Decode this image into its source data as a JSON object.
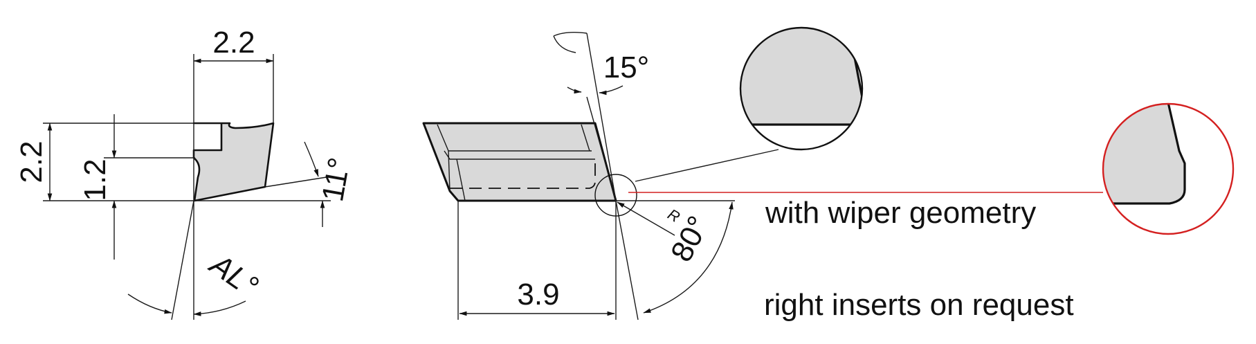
{
  "left_view": {
    "width_top": "2.2",
    "height_total": "2.2",
    "height_inner": "1.2",
    "angle_side": "11°",
    "angle_al": "AL°"
  },
  "center_view": {
    "angle_top": "15°",
    "length": "3.9",
    "angle_corner": "80°",
    "radius_label": "R"
  },
  "notes": {
    "wiper": "with wiper geometry",
    "right_inserts": "right inserts on request"
  },
  "colors": {
    "insert_fill": "#d9d9d9",
    "line": "#111111",
    "wiper_highlight": "#d42020"
  }
}
